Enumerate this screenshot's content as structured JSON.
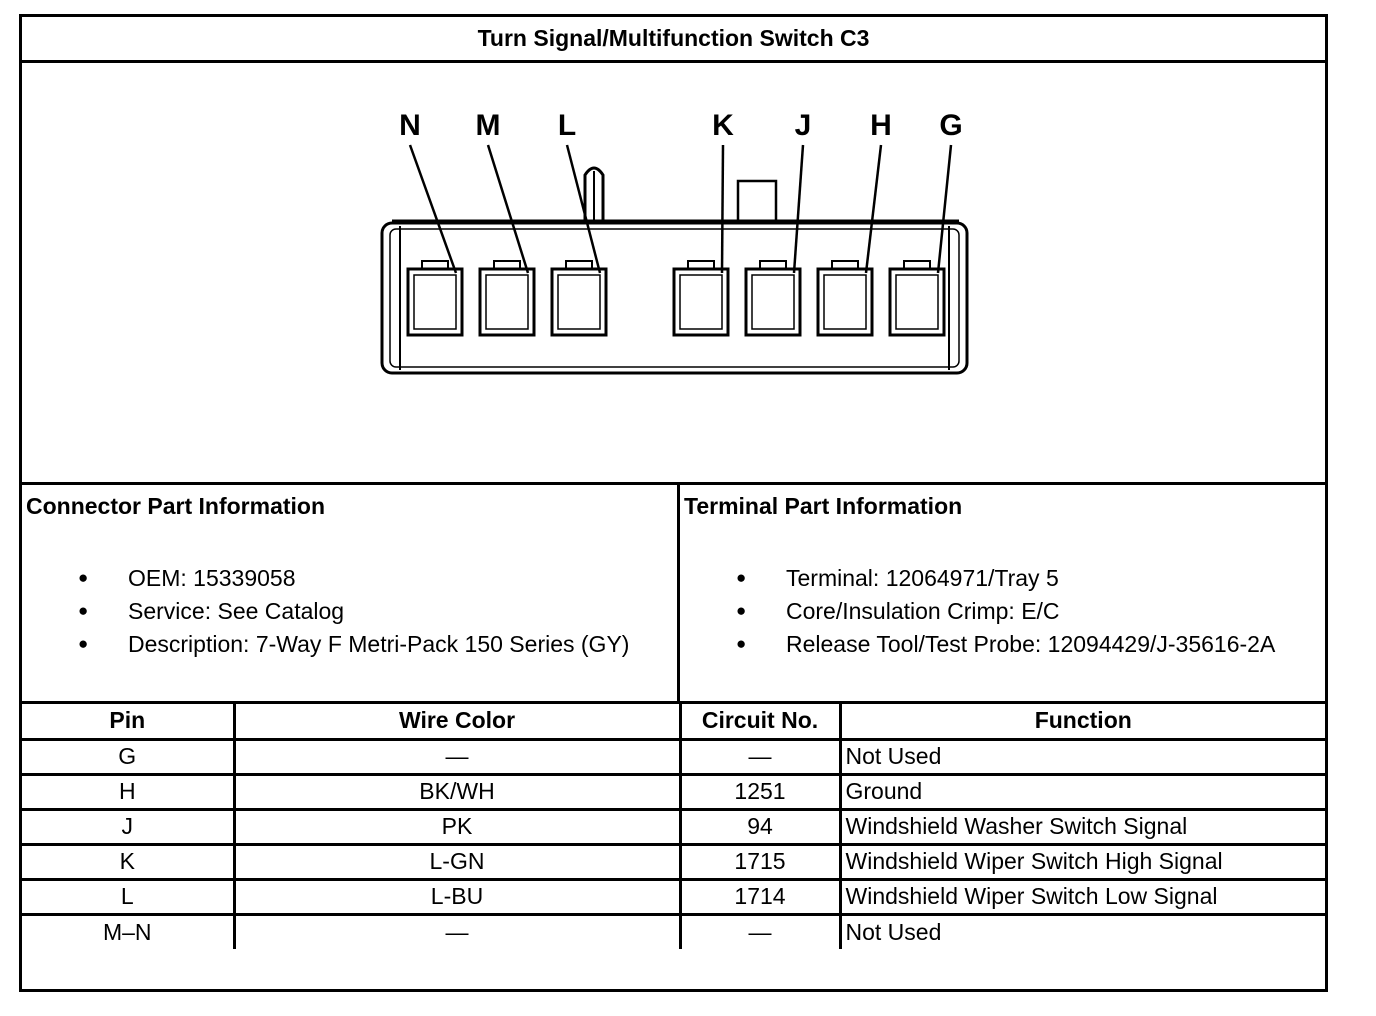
{
  "title": "Turn Signal/Multifunction Switch C3",
  "connector": {
    "pin_labels": [
      "N",
      "M",
      "L",
      "K",
      "J",
      "H",
      "G"
    ]
  },
  "connector_info": {
    "heading": "Connector Part Information",
    "items": [
      "OEM: 15339058",
      "Service: See Catalog",
      "Description: 7-Way F Metri-Pack 150 Series (GY)"
    ]
  },
  "terminal_info": {
    "heading": "Terminal Part Information",
    "items": [
      "Terminal: 12064971/Tray 5",
      "Core/Insulation Crimp: E/C",
      "Release Tool/Test Probe: 12094429/J-35616-2A"
    ]
  },
  "table": {
    "headers": [
      "Pin",
      "Wire Color",
      "Circuit No.",
      "Function"
    ],
    "rows": [
      [
        "G",
        "—",
        "—",
        "Not Used"
      ],
      [
        "H",
        "BK/WH",
        "1251",
        "Ground"
      ],
      [
        "J",
        "PK",
        "94",
        "Windshield Washer Switch Signal"
      ],
      [
        "K",
        "L-GN",
        "1715",
        "Windshield Wiper Switch High Signal"
      ],
      [
        "L",
        "L-BU",
        "1714",
        "Windshield Wiper Switch Low Signal"
      ],
      [
        "M–N",
        "—",
        "—",
        "Not Used"
      ]
    ]
  }
}
